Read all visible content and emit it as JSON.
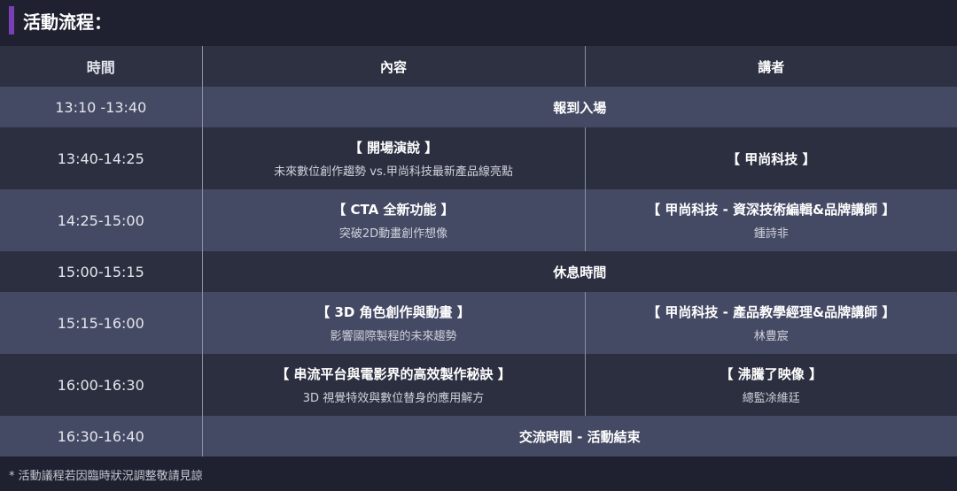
{
  "title": "活動流程：",
  "headers": [
    "時間",
    "內容",
    "講者"
  ],
  "rows": [
    {
      "time": "13:10 -13:40",
      "merged": "報到入場"
    },
    {
      "time": "13:40-14:25",
      "content_title": "【 開場演說 】",
      "content_sub": "未來數位創作趨勢 vs.甲尚科技最新產品線亮點",
      "speaker_title": "【 甲尚科技 】",
      "speaker_sub": ""
    },
    {
      "time": "14:25-15:00",
      "content_title": "【 CTA 全新功能 】",
      "content_sub": "突破2D動畫創作想像",
      "speaker_title": "【 甲尚科技 - 資深技術編輯&品牌講師 】",
      "speaker_sub": "鍾詩非"
    },
    {
      "time": "15:00-15:15",
      "merged": "休息時間"
    },
    {
      "time": "15:15-16:00",
      "content_title": "【 3D 角色創作與動畫 】",
      "content_sub": "影響國際製程的未來趨勢",
      "speaker_title": "【 甲尚科技 - 產品教學經理&品牌講師 】",
      "speaker_sub": "林豊宸"
    },
    {
      "time": "16:00-16:30",
      "content_title": "【 串流平台與電影界的高效製作秘訣 】",
      "content_sub": "3D 視覺特效與數位替身的應用解方",
      "speaker_title": "【 沸騰了映像 】",
      "speaker_sub": "總監凃維廷"
    },
    {
      "time": "16:30-16:40",
      "merged": "交流時間 - 活動結束"
    }
  ],
  "footnote": "* 活動議程若因臨時狀況調整敬請見諒"
}
